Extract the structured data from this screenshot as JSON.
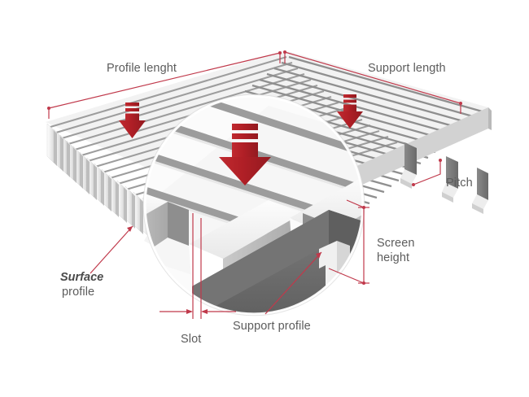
{
  "diagram": {
    "title": "Wedge wire screen panel construction diagram",
    "background_color": "#ffffff",
    "labels": {
      "profile_length": "Profile lenght",
      "support_length": "Support length",
      "pitch": "Pitch",
      "screen_height_line1": "Screen",
      "screen_height_line2": "height",
      "surface_profile_line1": "Surface",
      "surface_profile_line2": "profile",
      "slot": "Slot",
      "support_profile": "Support profile"
    },
    "colors": {
      "dimension_line": "#c0394b",
      "arrow_red": "#b21f28",
      "arrow_red_light": "#c8353c",
      "label_text": "#5c5c5c",
      "profile_light": "#f4f4f4",
      "profile_mid": "#d9d9d9",
      "profile_shadow": "#9a9a9a",
      "support_dark": "#6e6e6e",
      "support_darker": "#555555",
      "slot_gap": "#8c8c8c"
    },
    "icons": {
      "flow_arrow": "down-arrow-icon",
      "magnifier": "magnifier-circle"
    },
    "flow_arrows": [
      {
        "name": "flow-arrow-left",
        "size": "small"
      },
      {
        "name": "flow-arrow-center",
        "size": "large"
      },
      {
        "name": "flow-arrow-right",
        "size": "small"
      }
    ]
  }
}
